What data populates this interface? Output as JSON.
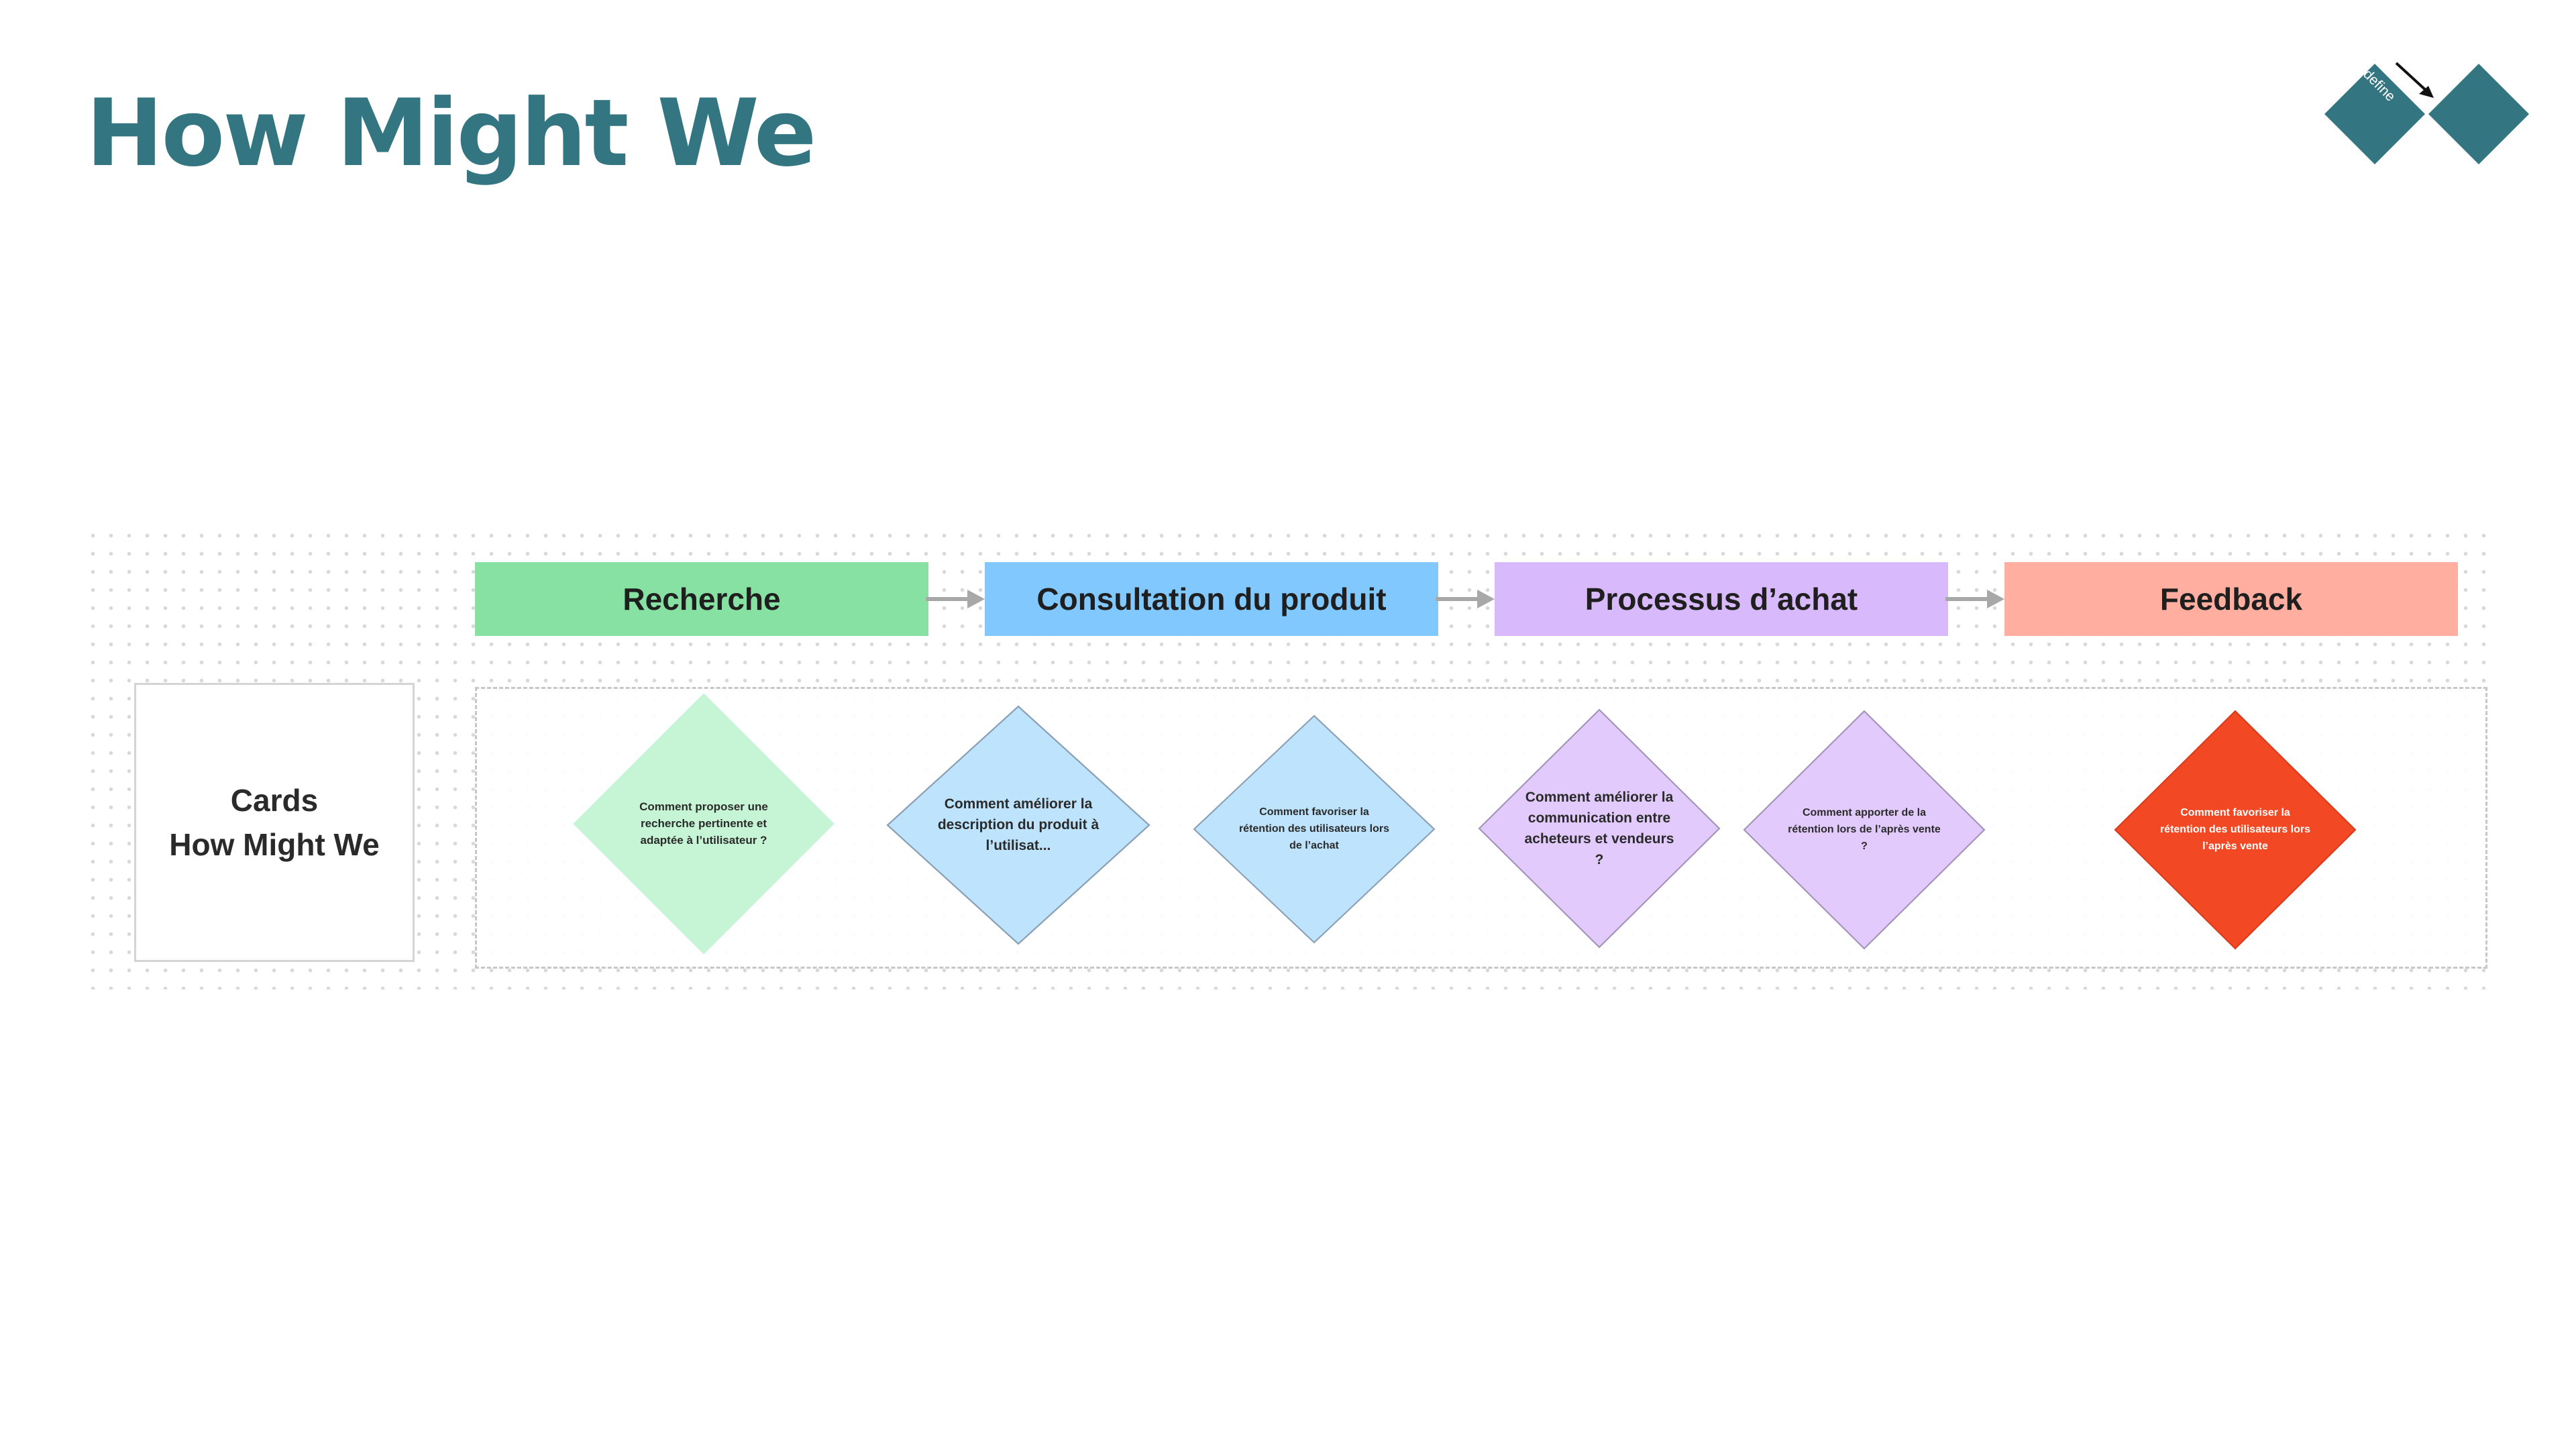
{
  "page": {
    "title": "How Might We"
  },
  "logo": {
    "label": "define",
    "color": "#347582"
  },
  "stages": [
    {
      "label": "Recherche",
      "color": "#86e1a2"
    },
    {
      "label": "Consultation du produit",
      "color": "#80c8fd"
    },
    {
      "label": "Processus d’achat",
      "color": "#d8b9fb"
    },
    {
      "label": "Feedback",
      "color": "#ffaea0"
    }
  ],
  "row_label": {
    "line1": "Cards",
    "line2": "How Might We"
  },
  "cards": [
    {
      "text": "Comment proposer une recherche pertinente et adaptée à l’utilisateur ?",
      "fill": "#c6f5d6",
      "stroke": "#c6f5d6",
      "text_color": "#2a2a2a"
    },
    {
      "text": "Comment améliorer la description du produit à l’utilisat...",
      "fill": "#bde3fd",
      "stroke": "#8a9fb4",
      "text_color": "#2a2a2a"
    },
    {
      "text": "Comment favoriser la rétention des utilisateurs lors de l’achat",
      "fill": "#bde3fd",
      "stroke": "#8a9fb4",
      "text_color": "#2a2a2a"
    },
    {
      "text": "Comment améliorer la communication entre acheteurs et vendeurs ?",
      "fill": "#e2cbfc",
      "stroke": "#a393b8",
      "text_color": "#2a2a2a"
    },
    {
      "text": "Comment apporter de la rétention lors de l’après vente ?",
      "fill": "#e2cbfc",
      "stroke": "#a393b8",
      "text_color": "#2a2a2a"
    },
    {
      "text": "Comment favoriser la rétention des utilisateurs lors l’après vente",
      "fill": "#f24823",
      "stroke": "#d83c1d",
      "text_color": "#ffffff"
    }
  ]
}
